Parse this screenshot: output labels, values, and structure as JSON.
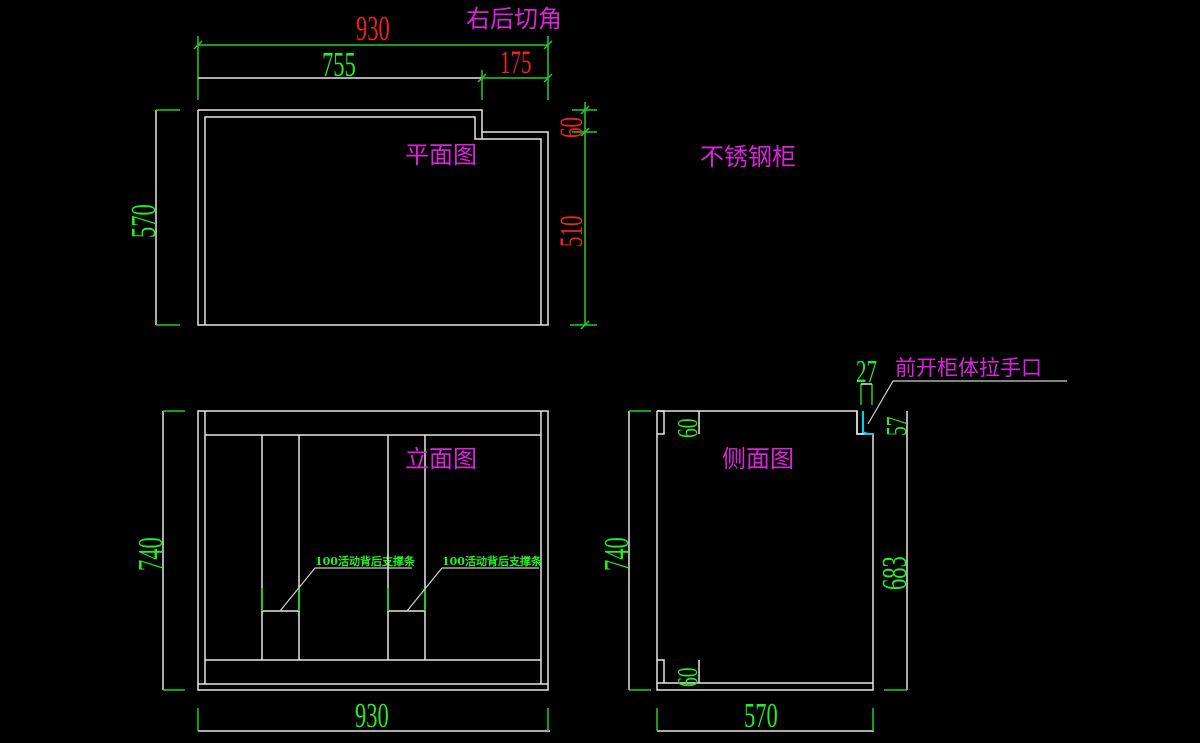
{
  "drawing": {
    "title": "不锈钢柜",
    "colors": {
      "background": "#000000",
      "outline": "#e6e6e6",
      "dimension_green": "#22ee22",
      "dimension_red": "#ee2222",
      "label_magenta": "#dd22dd",
      "handle_cyan": "#00ccee"
    },
    "plan_view": {
      "label": "平面图",
      "note": "右后切角",
      "dims": {
        "total_width": "930",
        "main_width": "755",
        "cut_width": "175",
        "depth": "570",
        "cut_depth": "60",
        "remaining_depth": "510"
      }
    },
    "elevation_view": {
      "label": "立面图",
      "dims": {
        "width": "930",
        "height": "740"
      },
      "notes": [
        "100活动背后支撑条",
        "100活动背后支撑条"
      ]
    },
    "side_view": {
      "label": "侧面图",
      "handle_note": "前开柜体拉手口",
      "dims": {
        "depth": "570",
        "height": "740",
        "inner_height": "683",
        "top_rail": "60",
        "bottom_rail": "60",
        "handle_width": "27",
        "handle_height": "57"
      }
    }
  }
}
